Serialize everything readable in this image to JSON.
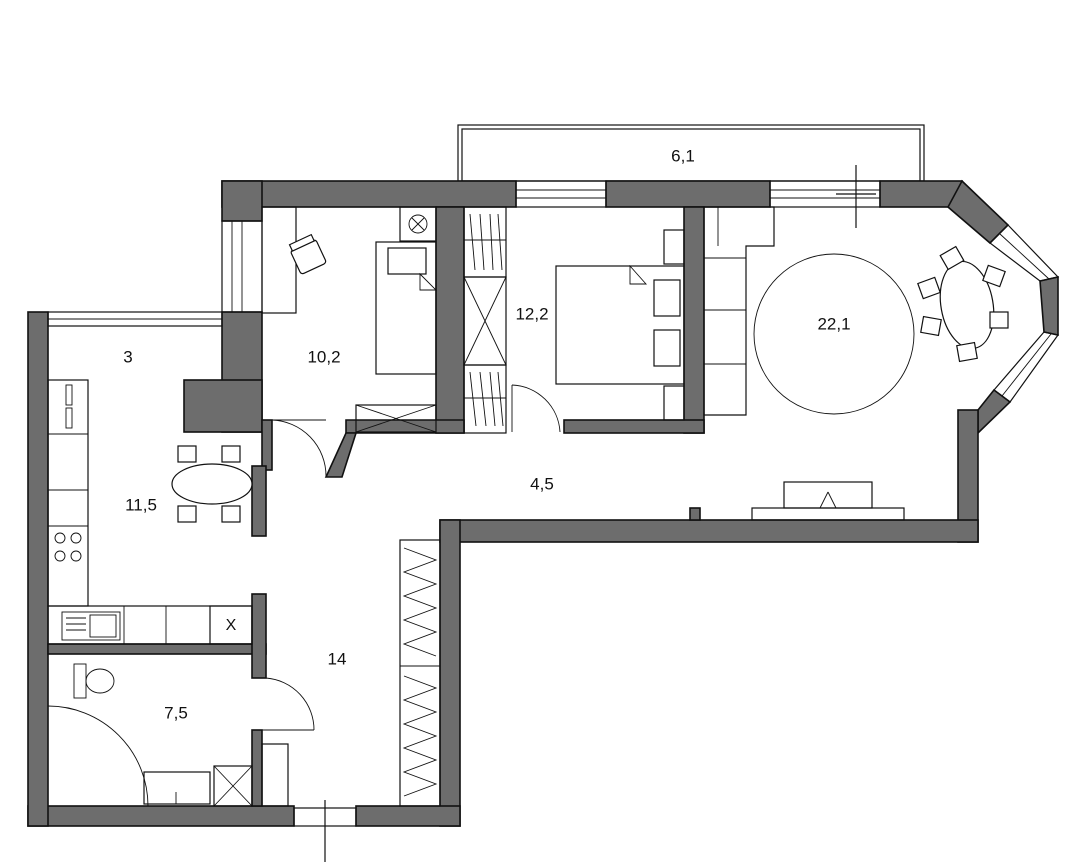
{
  "rooms": [
    {
      "id": "balcony",
      "area": "6,1"
    },
    {
      "id": "loggia",
      "area": "3"
    },
    {
      "id": "bedroom-small",
      "area": "10,2"
    },
    {
      "id": "bedroom",
      "area": "12,2"
    },
    {
      "id": "living-room",
      "area": "22,1"
    },
    {
      "id": "kitchen",
      "area": "11,5"
    },
    {
      "id": "corridor",
      "area": "4,5"
    },
    {
      "id": "hall",
      "area": "14"
    },
    {
      "id": "bathroom",
      "area": "7,5"
    }
  ],
  "appliance_mark": "X",
  "colors": {
    "wall": "#6d6d6d",
    "line": "#111111",
    "background": "#ffffff"
  }
}
